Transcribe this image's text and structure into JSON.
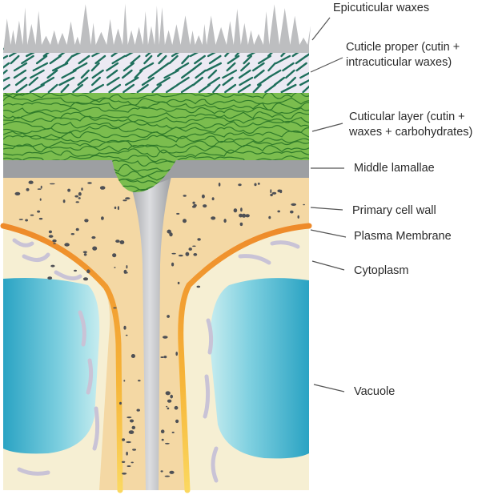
{
  "labels": {
    "epicuticular_waxes": "Epicuticular waxes",
    "cuticle_proper_line1": "Cuticle proper (cutin +",
    "cuticle_proper_line2": "intracuticular waxes)",
    "cuticular_layer_line1": "Cuticular layer (cutin +",
    "cuticular_layer_line2": "waxes + carbohydrates)",
    "middle_lamallae": "Middle lamallae",
    "primary_cell_wall": "Primary cell wall",
    "plasma_membrane": "Plasma Membrane",
    "cytoplasm": "Cytoplasm",
    "vacuole": "Vacuole"
  },
  "colors": {
    "wax": "#bdbec0",
    "cuticle_proper": "#eceaf3",
    "cuticle_stripe": "#1e6f5c",
    "cuticular_layer": "#7bbd4e",
    "cuticular_line": "#2f7a2a",
    "middle_lamella": "#9d9fa2",
    "cell_wall": "#f4d8a4",
    "plasma_membrane": "#ee8a2a",
    "cytoplasm": "#f6efd3",
    "vacuole": "#2aa6c6",
    "leader_line": "#555555"
  }
}
